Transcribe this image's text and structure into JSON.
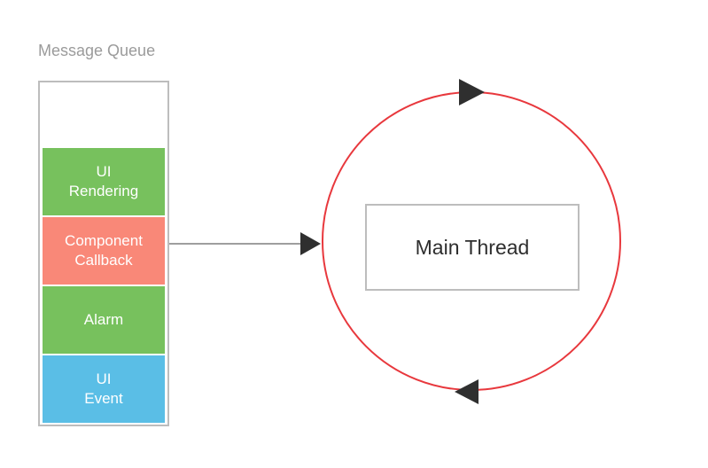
{
  "queue": {
    "title": "Message Queue",
    "title_color": "#9B9B9B",
    "border_color": "#BDBDBD",
    "items": [
      {
        "label": "UI\nRendering",
        "color": "#77C15D",
        "text_color": "#FFFFFF"
      },
      {
        "label": "Component\nCallback",
        "color": "#F98878",
        "text_color": "#FFFFFF"
      },
      {
        "label": "Alarm",
        "color": "#77C15D",
        "text_color": "#FFFFFF"
      },
      {
        "label": "UI\nEvent",
        "color": "#5ABEE6",
        "text_color": "#FFFFFF"
      }
    ]
  },
  "connector": {
    "line_color": "#9E9E9E",
    "arrow_color": "#2F2F2F"
  },
  "loop": {
    "stroke_color": "#E8383D",
    "arrow_color": "#2F2F2F"
  },
  "main_thread": {
    "label": "Main Thread",
    "border_color": "#BDBDBD",
    "text_color": "#2E2E2E"
  }
}
